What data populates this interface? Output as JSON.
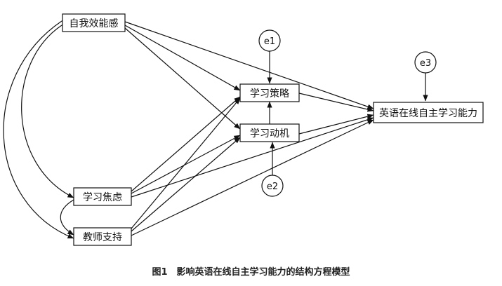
{
  "nodes": {
    "self_efficacy": "自我效能感",
    "strategy": "学习策略",
    "motivation": "学习动机",
    "anxiety": "学习焦虑",
    "teacher": "教师支持",
    "outcome": "英语在线自主学习能力"
  },
  "errors": {
    "e1": "e1",
    "e2": "e2",
    "e3": "e3"
  },
  "caption": "图1　影响英语在线自主学习能力的结构方程模型"
}
